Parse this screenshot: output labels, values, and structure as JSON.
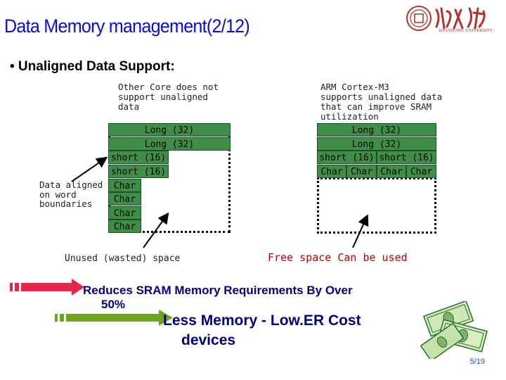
{
  "title": "Data Memory management(2/12)",
  "logo_text": "SHANDONG UNIVERSITY",
  "bullet": "• Unaligned Data Support:",
  "left_caption": [
    "Other Core does not",
    "support unaligned",
    "data"
  ],
  "right_caption": [
    "ARM Cortex-M3",
    "supports unaligned data",
    "that can improve SRAM",
    "utilization"
  ],
  "aligned_label": [
    "Data aligned",
    "on word",
    "boundaries"
  ],
  "left_rows": [
    "Long (32)",
    "Long (32)",
    "short (16)",
    "short (16)",
    "Char",
    "Char",
    "Char",
    "Char"
  ],
  "right_rows": {
    "long1": "Long (32)",
    "long2": "Long (32)",
    "shorts": [
      "short (16)",
      "short (16)"
    ],
    "chars": [
      "Char",
      "Char",
      "Char",
      "Char"
    ]
  },
  "unused_label": "Unused (wasted) space",
  "free_label": "Free space Can be used",
  "reduce_text": [
    "Reduces SRAM Memory Requirements By Over",
    "50%"
  ],
  "less_text": [
    "Less Memory - Low.ER Cost",
    "devices"
  ],
  "page_number": "5/19",
  "colors": {
    "title": "#0b0bd6",
    "cell": "#3e8e47",
    "red_arrow": "#e8254a",
    "green_arrow": "#6ea321",
    "free_text": "#c00000",
    "emph_text": "#000080"
  }
}
